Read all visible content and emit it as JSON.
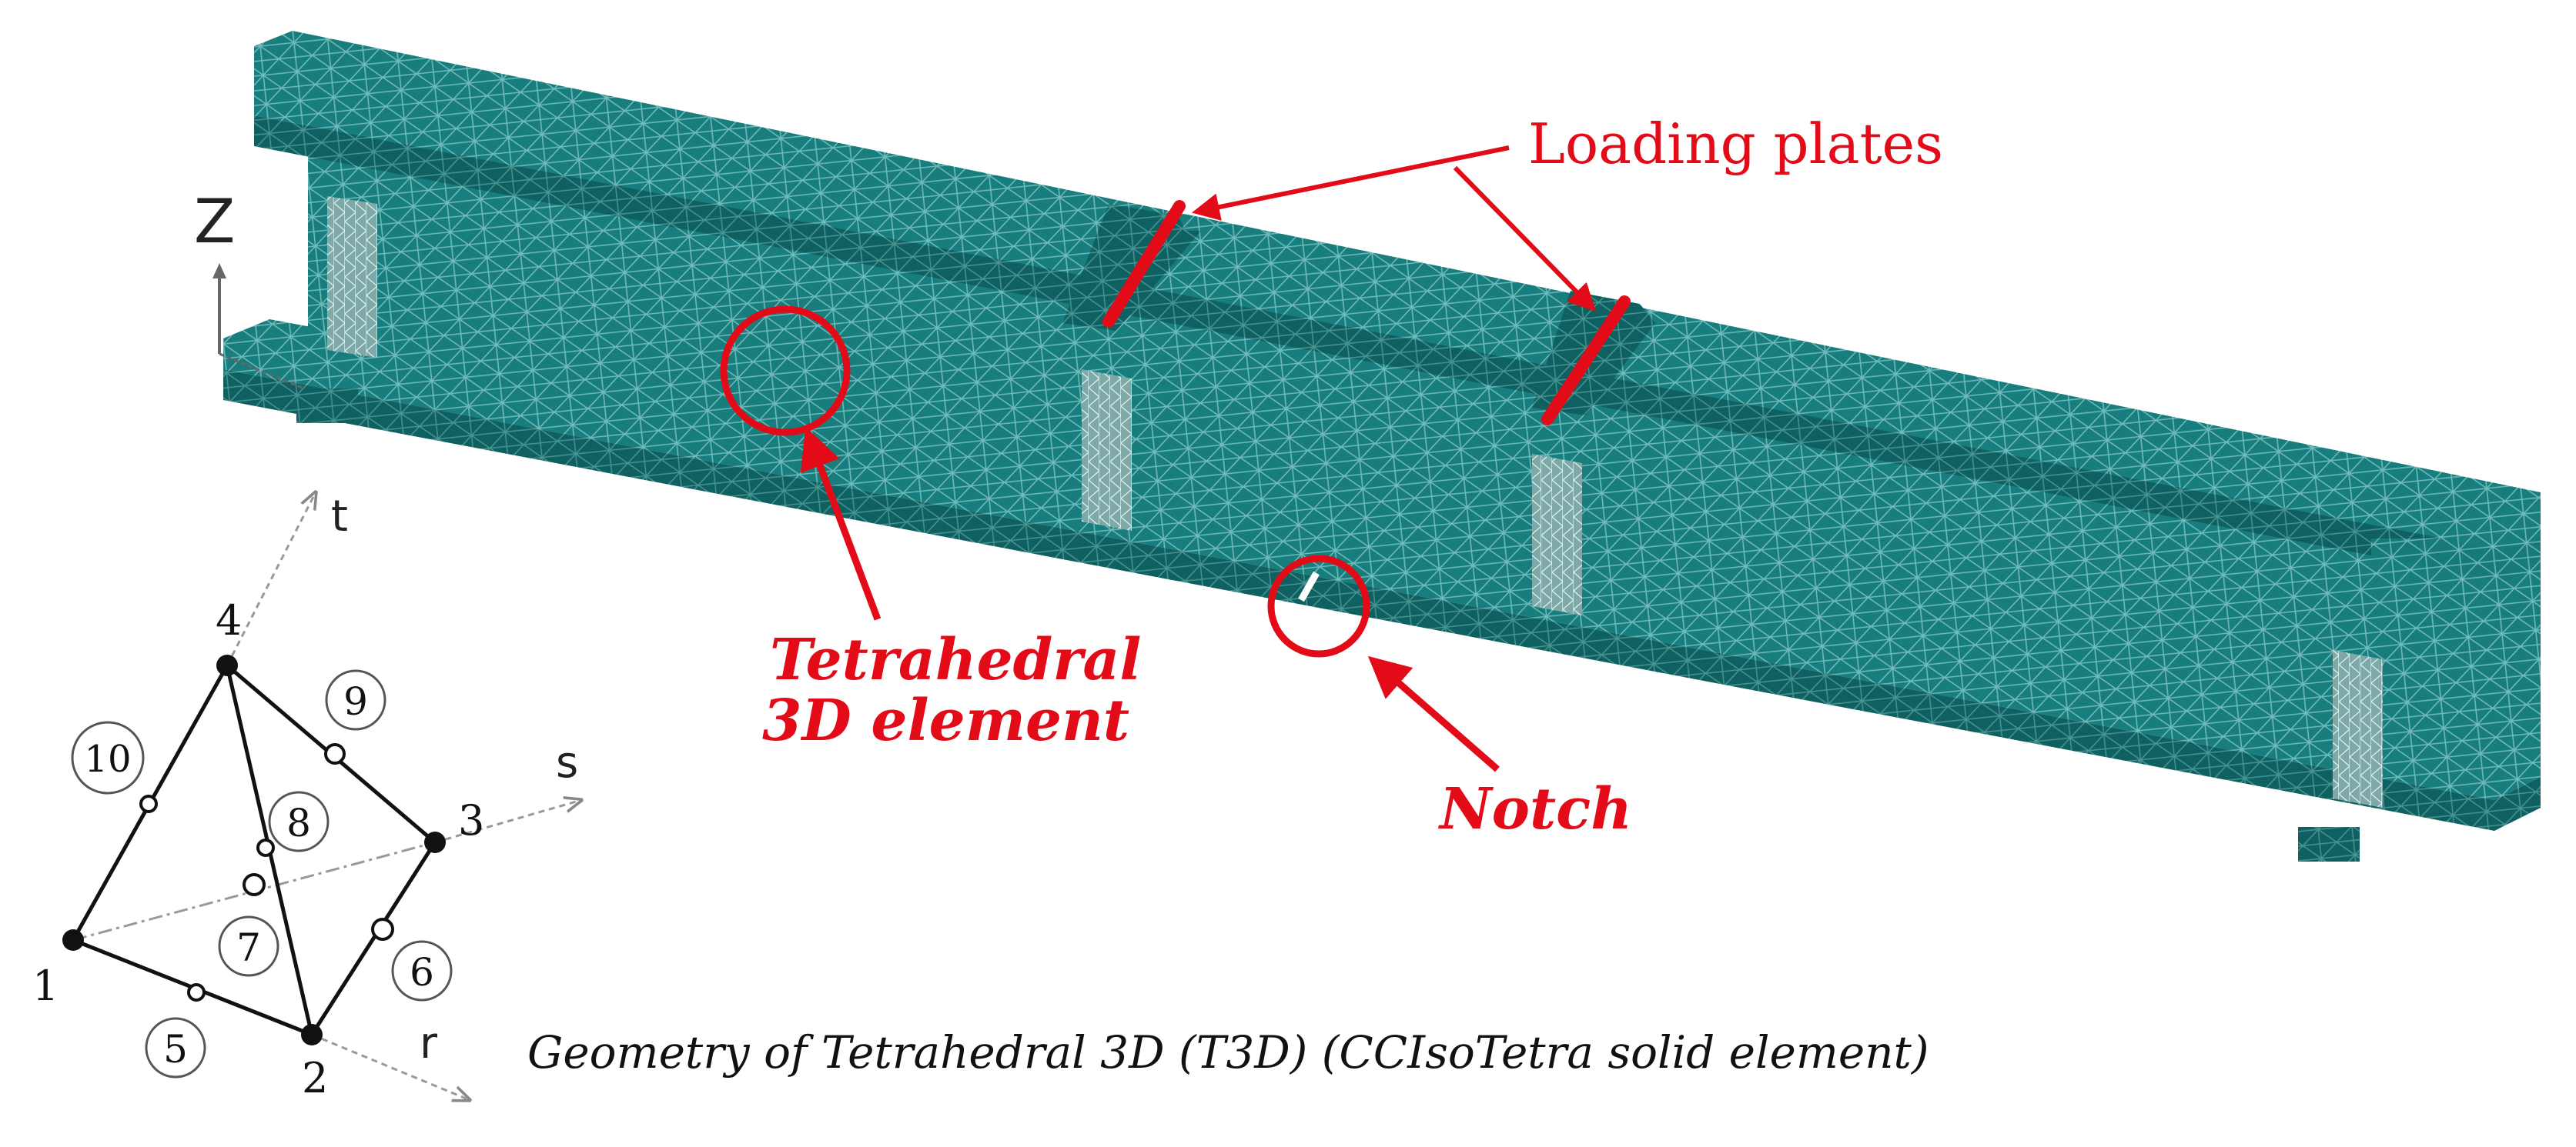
{
  "annotations": {
    "loading_plates": "Loading plates",
    "tetra_line1": "Tetrahedral",
    "tetra_line2": "3D element",
    "notch": "Notch"
  },
  "global_axis": {
    "z": "Z"
  },
  "element_diagram": {
    "axes": {
      "t": "t",
      "s": "s",
      "r": "r"
    },
    "corner_nodes": [
      "1",
      "2",
      "3",
      "4"
    ],
    "mid_nodes": [
      "5",
      "6",
      "7",
      "8",
      "9",
      "10"
    ]
  },
  "caption": "Geometry of Tetrahedral 3D (T3D) (CCIsoTetra solid element)",
  "colors": {
    "mesh_fill": "#177d7d",
    "mesh_dark": "#0f6161",
    "mesh_line": "#8fcfcf",
    "annotation": "#e30b17",
    "stiffener": "#9fbfbf"
  }
}
